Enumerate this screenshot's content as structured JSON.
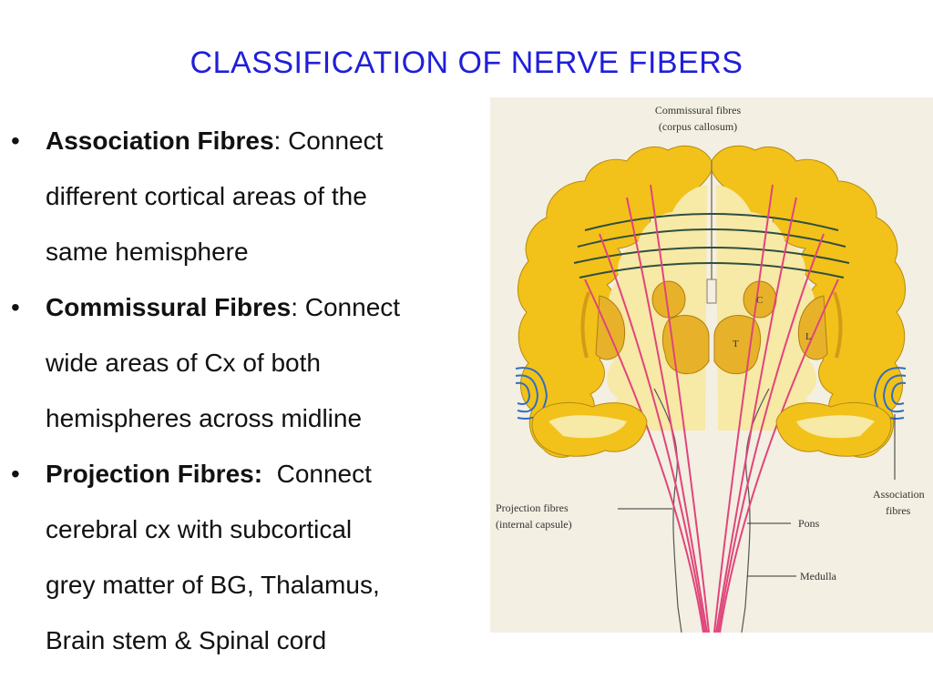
{
  "slide": {
    "title": "CLASSIFICATION OF NERVE FIBERS"
  },
  "bullets": [
    {
      "term": "Association Fibres",
      "separator": ":",
      "lines": [
        " Connect",
        "different cortical areas of the",
        "same hemisphere"
      ]
    },
    {
      "term": "Commissural Fibres",
      "separator": ":",
      "lines": [
        " Connect",
        "wide areas of Cx of both",
        "hemispheres across midline"
      ]
    },
    {
      "term": "Projection Fibres:",
      "separator": "",
      "lines": [
        "  Connect",
        "cerebral cx with subcortical",
        "grey matter of BG, Thalamus,",
        "Brain stem & Spinal cord"
      ]
    }
  ],
  "figure": {
    "labels": {
      "commissural_1": "Commissural fibres",
      "commissural_2": "(corpus callosum)",
      "projection_1": "Projection fibres",
      "projection_2": "(internal capsule)",
      "association_1": "Association",
      "association_2": "fibres",
      "pons": "Pons",
      "medulla": "Medulla",
      "c": "C",
      "t": "T",
      "l": "L"
    },
    "colors": {
      "paper": "#f3efe2",
      "gyrus_outer": "#f2c21a",
      "gyrus_inner": "#f7e9a6",
      "nucleus": "#e7b22a",
      "projection": "#e0457c",
      "commissural": "#2f4f3f",
      "association": "#2f6fbf"
    }
  }
}
